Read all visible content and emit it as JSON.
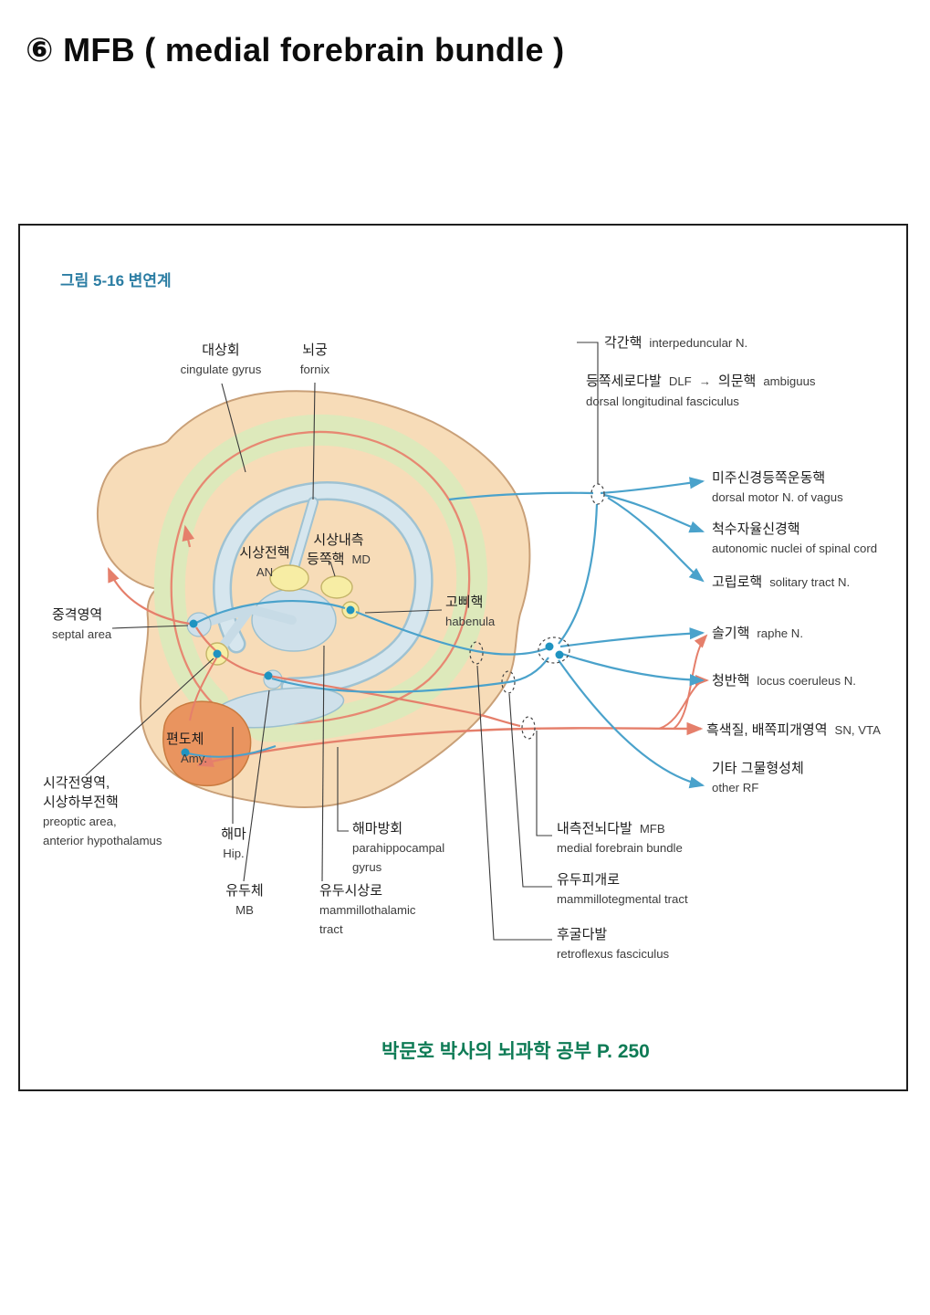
{
  "page": {
    "title": "⑥ MFB ( medial forebrain bundle )",
    "figure_caption": "그림 5-16 변연계",
    "source_caption": "박문호 박사의 뇌과학 공부 P. 250"
  },
  "colors": {
    "caption_blue": "#2b7da3",
    "source_green": "#0e7b55",
    "brain_fill": "#f7dcb8",
    "cingulate_green": "#dde9bb",
    "inner_blue": "#cfe0ea",
    "nucleus_yellow": "#f7eda4",
    "amygdala_orange": "#e9945f",
    "pathway_blue": "#4aa2cb",
    "pathway_red": "#e57f6b"
  },
  "labels": {
    "cingulate_ko": "대상회",
    "cingulate_en": "cingulate gyrus",
    "fornix_ko": "뇌궁",
    "fornix_en": "fornix",
    "interpeduncular_ko": "각간핵",
    "interpeduncular_en": "interpeduncular N.",
    "dlf_ko": "등쪽세로다발",
    "dlf_abbr": "DLF",
    "dlf_arrow": "→",
    "dlf_ko2": "의문핵",
    "dlf_en2": "ambiguus",
    "dlf_en": "dorsal longitudinal fasciculus",
    "an_ko": "시상전핵",
    "an_abbr": "AN",
    "md_ko1": "시상내측",
    "md_ko2": "등쪽핵",
    "md_abbr": "MD",
    "habenula_ko": "고삐핵",
    "habenula_en": "habenula",
    "septal_ko": "중격영역",
    "septal_en": "septal area",
    "vagus_ko": "미주신경등쪽운동핵",
    "vagus_en": "dorsal motor N. of vagus",
    "autonomic_ko": "척수자율신경핵",
    "autonomic_en": "autonomic nuclei of spinal cord",
    "solitary_ko": "고립로핵",
    "solitary_en": "solitary tract N.",
    "raphe_ko": "솔기핵",
    "raphe_en": "raphe N.",
    "locus_ko": "청반핵",
    "locus_en": "locus coeruleus N.",
    "snvta_ko": "흑색질, 배쪽피개영역",
    "snvta_en": "SN, VTA",
    "rf_ko": "기타 그물형성체",
    "rf_en": "other RF",
    "amygdala_ko": "편도체",
    "amygdala_en": "Amy.",
    "preoptic_ko1": "시각전영역,",
    "preoptic_ko2": "시상하부전핵",
    "preoptic_en1": "preoptic area,",
    "preoptic_en2": "anterior hypothalamus",
    "hippocampus_ko": "해마",
    "hippocampus_en": "Hip.",
    "parahippocampal_ko": "해마방회",
    "parahippocampal_en1": "parahippocampal",
    "parahippocampal_en2": "gyrus",
    "mb_ko": "유두체",
    "mb_abbr": "MB",
    "mtt_ko": "유두시상로",
    "mtt_en1": "mammillothalamic",
    "mtt_en2": "tract",
    "mfb_ko": "내측전뇌다발",
    "mfb_abbr": "MFB",
    "mfb_en": "medial forebrain bundle",
    "mtg_ko": "유두피개로",
    "mtg_en": "mammillotegmental tract",
    "retroflexus_ko": "후굴다발",
    "retroflexus_en": "retroflexus fasciculus"
  }
}
